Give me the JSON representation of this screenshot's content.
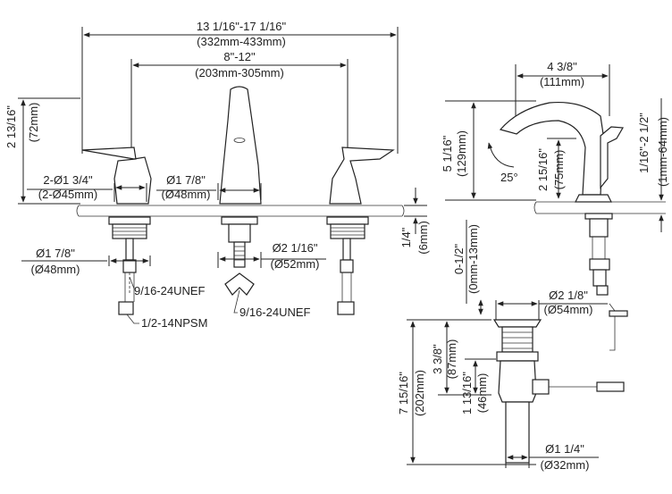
{
  "front_view": {
    "overall_width_in": "13 1/16\"-17 1/16\"",
    "overall_width_mm": "(332mm-433mm)",
    "spread_in": "8\"-12\"",
    "spread_mm": "(203mm-305mm)",
    "handle_height_in": "2 13/16\"",
    "handle_height_mm": "(72mm)",
    "handle_base_in": "2-Ø1 3/4\"",
    "handle_base_mm": "(2-Ø45mm)",
    "spout_base_in": "Ø1 7/8\"",
    "spout_base_mm": "(Ø48mm)",
    "deck_max_in": "1/4\"",
    "deck_max_mm": "(6mm)",
    "valve_hole_in": "Ø1 7/8\"",
    "valve_hole_mm": "(Ø48mm)",
    "spout_hole_in": "Ø2 1/16\"",
    "spout_hole_mm": "(Ø52mm)",
    "valve_thread": "9/16-24UNEF",
    "spout_thread": "9/16-24UNEF",
    "supply_thread": "1/2-14NPSM"
  },
  "side_view": {
    "reach_in": "4 3/8\"",
    "reach_mm": "(111mm)",
    "height_in": "5 1/16\"",
    "height_mm": "(129mm)",
    "outlet_height_in": "2 15/16\"",
    "outlet_height_mm": "(75mm)",
    "angle": "25°",
    "deck_range_in": "1/16\"-2 1/2\"",
    "deck_range_mm": "(1mm-64mm)"
  },
  "drain_view": {
    "flange_in": "Ø2 1/8\"",
    "flange_mm": "(Ø54mm)",
    "adjust_in": "0-1/2\"",
    "adjust_mm": "(0mm-13mm)",
    "body_in": "3 3/8\"",
    "body_mm": "(87mm)",
    "tailpiece_offset_in": "1 13/16\"",
    "tailpiece_offset_mm": "(46mm)",
    "total_in": "7 15/16\"",
    "total_mm": "(202mm)",
    "tail_dia_in": "Ø1 1/4\"",
    "tail_dia_mm": "(Ø32mm)"
  }
}
